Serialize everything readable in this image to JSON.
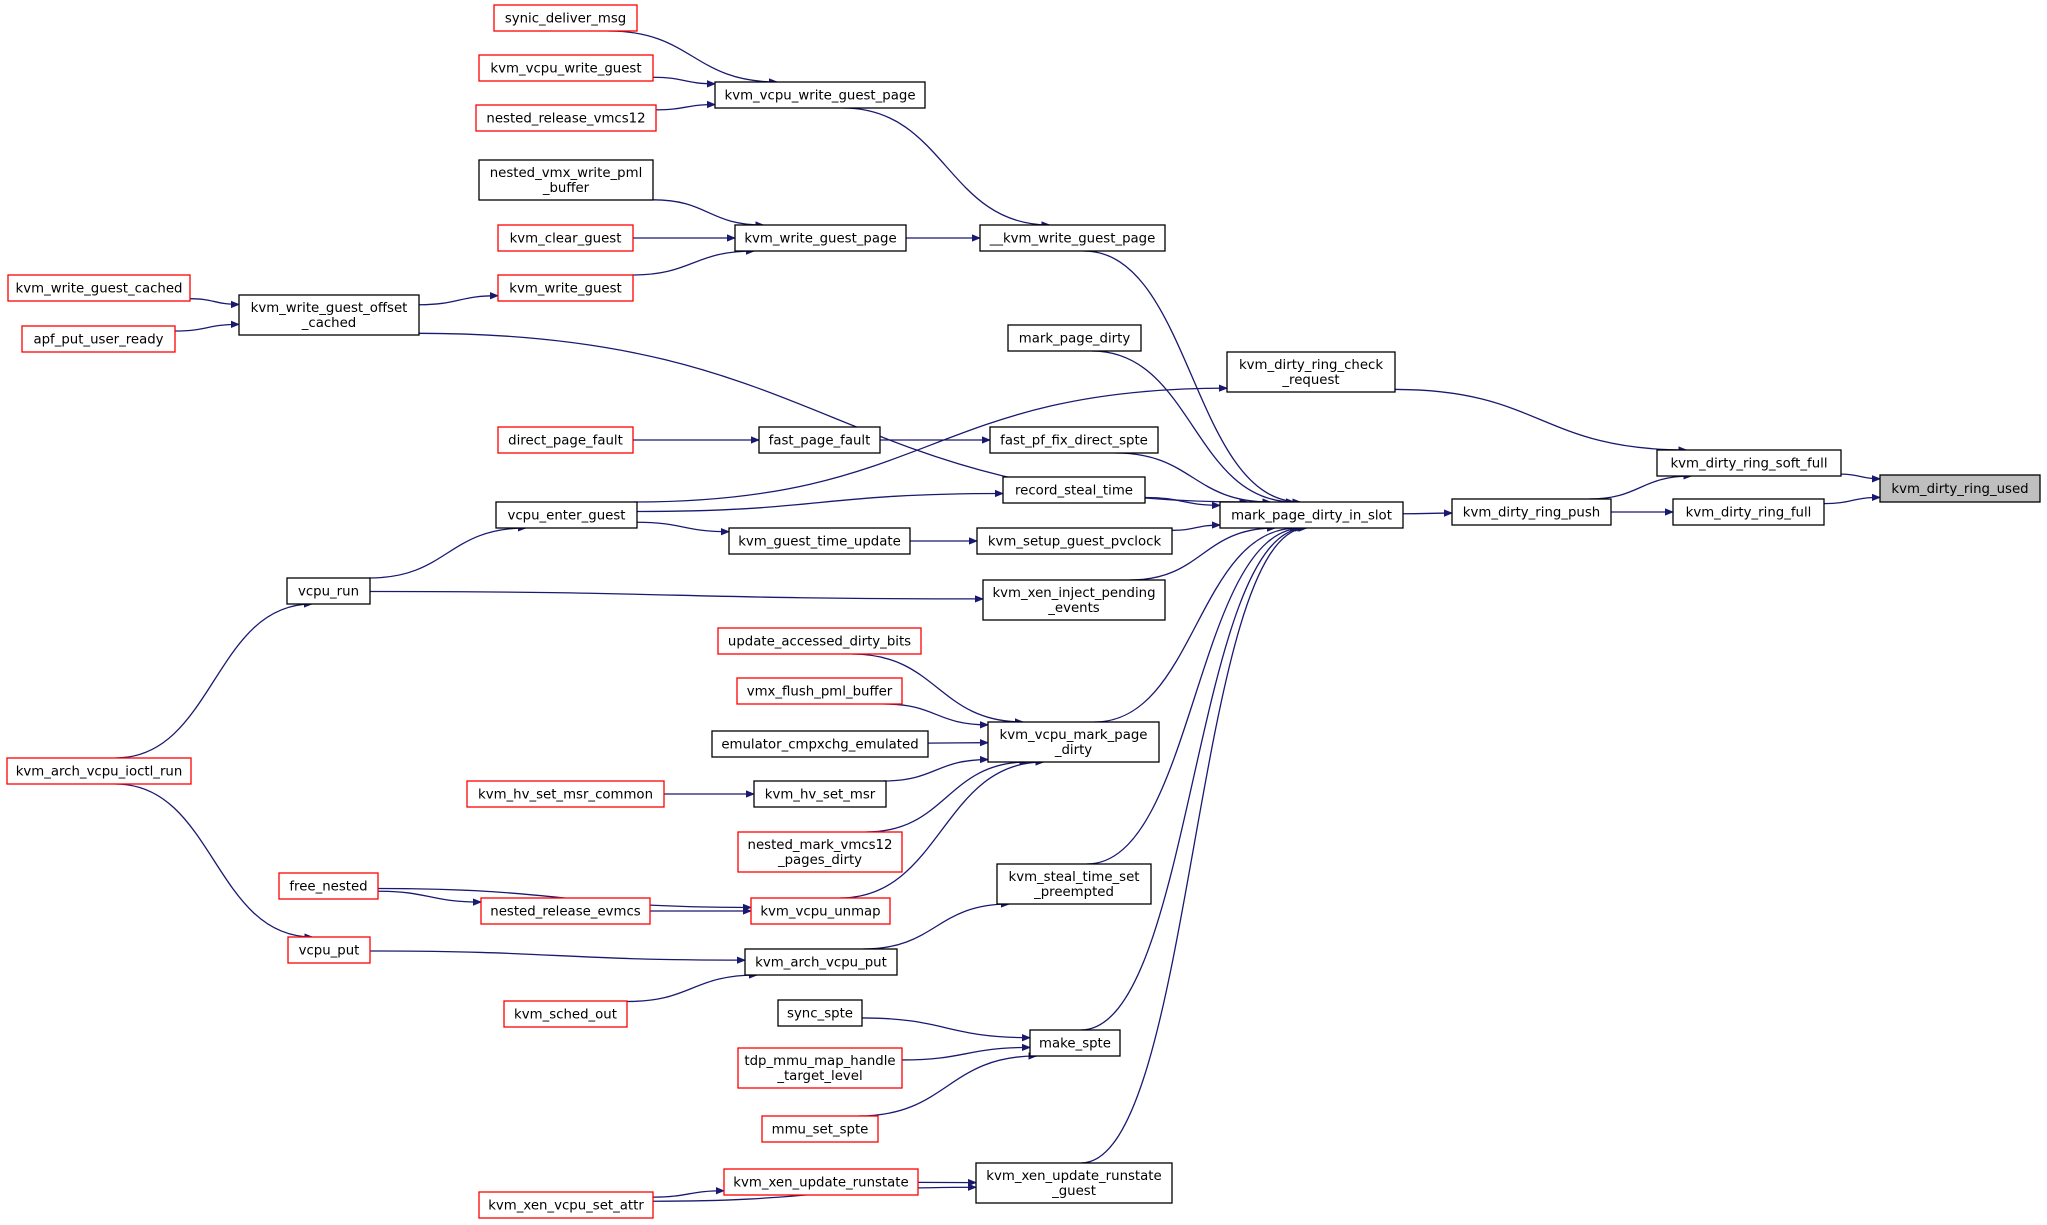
{
  "nodes": [
    {
      "id": "n_used",
      "lines": [
        "kvm_dirty_ring_used"
      ],
      "style": "root"
    },
    {
      "id": "n_soft_full",
      "lines": [
        "kvm_dirty_ring_soft_full"
      ],
      "style": "black"
    },
    {
      "id": "n_full",
      "lines": [
        "kvm_dirty_ring_full"
      ],
      "style": "black"
    },
    {
      "id": "n_push",
      "lines": [
        "kvm_dirty_ring_push"
      ],
      "style": "black"
    },
    {
      "id": "n_check_req",
      "lines": [
        "kvm_dirty_ring_check",
        "_request"
      ],
      "style": "black"
    },
    {
      "id": "n_mpdis",
      "lines": [
        "mark_page_dirty_in_slot"
      ],
      "style": "black"
    },
    {
      "id": "n_kwgp_u",
      "lines": [
        "__kvm_write_guest_page"
      ],
      "style": "black"
    },
    {
      "id": "n_mpd",
      "lines": [
        "mark_page_dirty"
      ],
      "style": "black"
    },
    {
      "id": "n_fpfds",
      "lines": [
        "fast_pf_fix_direct_spte"
      ],
      "style": "black"
    },
    {
      "id": "n_rst",
      "lines": [
        "record_steal_time"
      ],
      "style": "black"
    },
    {
      "id": "n_ksgp",
      "lines": [
        "kvm_setup_guest_pvclock"
      ],
      "style": "black"
    },
    {
      "id": "n_kxipe",
      "lines": [
        "kvm_xen_inject_pending",
        "_events"
      ],
      "style": "black"
    },
    {
      "id": "n_kvmpd",
      "lines": [
        "kvm_vcpu_mark_page",
        "_dirty"
      ],
      "style": "black"
    },
    {
      "id": "n_kstsp",
      "lines": [
        "kvm_steal_time_set",
        "_preempted"
      ],
      "style": "black"
    },
    {
      "id": "n_mspte",
      "lines": [
        "make_spte"
      ],
      "style": "black"
    },
    {
      "id": "n_kxurg",
      "lines": [
        "kvm_xen_update_runstate",
        "_guest"
      ],
      "style": "black"
    },
    {
      "id": "n_kvwgp",
      "lines": [
        "kvm_vcpu_write_guest_page"
      ],
      "style": "black"
    },
    {
      "id": "n_kwgp",
      "lines": [
        "kvm_write_guest_page"
      ],
      "style": "black"
    },
    {
      "id": "n_fpf",
      "lines": [
        "fast_page_fault"
      ],
      "style": "black"
    },
    {
      "id": "n_kgtu",
      "lines": [
        "kvm_guest_time_update"
      ],
      "style": "black"
    },
    {
      "id": "n_vcpu_enter",
      "lines": [
        "vcpu_enter_guest"
      ],
      "style": "black"
    },
    {
      "id": "n_kwgoc",
      "lines": [
        "kvm_write_guest_offset",
        "_cached"
      ],
      "style": "black"
    },
    {
      "id": "n_vcpu_run",
      "lines": [
        "vcpu_run"
      ],
      "style": "black"
    },
    {
      "id": "n_kavp",
      "lines": [
        "kvm_arch_vcpu_put"
      ],
      "style": "black"
    },
    {
      "id": "n_synic",
      "lines": [
        "synic_deliver_msg"
      ],
      "style": "red"
    },
    {
      "id": "n_kvwg",
      "lines": [
        "kvm_vcpu_write_guest"
      ],
      "style": "red"
    },
    {
      "id": "n_nrv12",
      "lines": [
        "nested_release_vmcs12"
      ],
      "style": "red"
    },
    {
      "id": "n_nvwpb",
      "lines": [
        "nested_vmx_write_pml",
        "_buffer"
      ],
      "style": "black"
    },
    {
      "id": "n_kcg",
      "lines": [
        "kvm_clear_guest"
      ],
      "style": "red"
    },
    {
      "id": "n_kwg",
      "lines": [
        "kvm_write_guest"
      ],
      "style": "red"
    },
    {
      "id": "n_kwgc",
      "lines": [
        "kvm_write_guest_cached"
      ],
      "style": "red"
    },
    {
      "id": "n_apf",
      "lines": [
        "apf_put_user_ready"
      ],
      "style": "red"
    },
    {
      "id": "n_dpf",
      "lines": [
        "direct_page_fault"
      ],
      "style": "red"
    },
    {
      "id": "n_uadb",
      "lines": [
        "update_accessed_dirty_bits"
      ],
      "style": "red"
    },
    {
      "id": "n_vfpb",
      "lines": [
        "vmx_flush_pml_buffer"
      ],
      "style": "red"
    },
    {
      "id": "n_ece",
      "lines": [
        "emulator_cmpxchg_emulated"
      ],
      "style": "black"
    },
    {
      "id": "n_khsm",
      "lines": [
        "kvm_hv_set_msr"
      ],
      "style": "black"
    },
    {
      "id": "n_khsmc",
      "lines": [
        "kvm_hv_set_msr_common"
      ],
      "style": "red"
    },
    {
      "id": "n_nmvpd",
      "lines": [
        "nested_mark_vmcs12",
        "_pages_dirty"
      ],
      "style": "red"
    },
    {
      "id": "n_kvu",
      "lines": [
        "kvm_vcpu_unmap"
      ],
      "style": "red"
    },
    {
      "id": "n_free_nested",
      "lines": [
        "free_nested"
      ],
      "style": "red"
    },
    {
      "id": "n_nre",
      "lines": [
        "nested_release_evmcs"
      ],
      "style": "red"
    },
    {
      "id": "n_vcpu_put",
      "lines": [
        "vcpu_put"
      ],
      "style": "red"
    },
    {
      "id": "n_kso",
      "lines": [
        "kvm_sched_out"
      ],
      "style": "red"
    },
    {
      "id": "n_kavir",
      "lines": [
        "kvm_arch_vcpu_ioctl_run"
      ],
      "style": "red"
    },
    {
      "id": "n_sync_spte",
      "lines": [
        "sync_spte"
      ],
      "style": "black"
    },
    {
      "id": "n_tdp",
      "lines": [
        "tdp_mmu_map_handle",
        "_target_level"
      ],
      "style": "red"
    },
    {
      "id": "n_mmu_set",
      "lines": [
        "mmu_set_spte"
      ],
      "style": "red"
    },
    {
      "id": "n_kxur",
      "lines": [
        "kvm_xen_update_runstate"
      ],
      "style": "red"
    },
    {
      "id": "n_kxvsa",
      "lines": [
        "kvm_xen_vcpu_set_attr"
      ],
      "style": "red"
    }
  ],
  "edges": [
    [
      "n_soft_full",
      "n_used"
    ],
    [
      "n_full",
      "n_used"
    ],
    [
      "n_push",
      "n_soft_full"
    ],
    [
      "n_push",
      "n_full"
    ],
    [
      "n_check_req",
      "n_soft_full"
    ],
    [
      "n_mpdis",
      "n_push"
    ],
    [
      "n_vcpu_enter",
      "n_check_req"
    ],
    [
      "n_kwgp_u",
      "n_mpdis"
    ],
    [
      "n_kwgoc",
      "n_mpdis"
    ],
    [
      "n_mpd",
      "n_mpdis"
    ],
    [
      "n_fpfds",
      "n_mpdis"
    ],
    [
      "n_rst",
      "n_mpdis"
    ],
    [
      "n_ksgp",
      "n_mpdis"
    ],
    [
      "n_kxipe",
      "n_mpdis"
    ],
    [
      "n_kvmpd",
      "n_mpdis"
    ],
    [
      "n_kstsp",
      "n_mpdis"
    ],
    [
      "n_mspte",
      "n_mpdis"
    ],
    [
      "n_kxurg",
      "n_mpdis"
    ],
    [
      "n_kvwgp",
      "n_kwgp_u"
    ],
    [
      "n_kwgp",
      "n_kwgp_u"
    ],
    [
      "n_synic",
      "n_kvwgp"
    ],
    [
      "n_kvwg",
      "n_kvwgp"
    ],
    [
      "n_nrv12",
      "n_kvwgp"
    ],
    [
      "n_nvwpb",
      "n_kwgp"
    ],
    [
      "n_kcg",
      "n_kwgp"
    ],
    [
      "n_kwg",
      "n_kwgp"
    ],
    [
      "n_kwgoc",
      "n_kwg"
    ],
    [
      "n_kwgc",
      "n_kwgoc"
    ],
    [
      "n_apf",
      "n_kwgoc"
    ],
    [
      "n_fpf",
      "n_fpfds"
    ],
    [
      "n_dpf",
      "n_fpf"
    ],
    [
      "n_vcpu_enter",
      "n_rst"
    ],
    [
      "n_kgtu",
      "n_ksgp"
    ],
    [
      "n_vcpu_enter",
      "n_kgtu"
    ],
    [
      "n_vcpu_run",
      "n_vcpu_enter"
    ],
    [
      "n_vcpu_run",
      "n_kxipe"
    ],
    [
      "n_kavir",
      "n_vcpu_run"
    ],
    [
      "n_kavir",
      "n_vcpu_put"
    ],
    [
      "n_uadb",
      "n_kvmpd"
    ],
    [
      "n_vfpb",
      "n_kvmpd"
    ],
    [
      "n_ece",
      "n_kvmpd"
    ],
    [
      "n_khsm",
      "n_kvmpd"
    ],
    [
      "n_nmvpd",
      "n_kvmpd"
    ],
    [
      "n_kvu",
      "n_kvmpd"
    ],
    [
      "n_khsmc",
      "n_khsm"
    ],
    [
      "n_free_nested",
      "n_kvu"
    ],
    [
      "n_nre",
      "n_kvu"
    ],
    [
      "n_free_nested",
      "n_nre"
    ],
    [
      "n_kavp",
      "n_kstsp"
    ],
    [
      "n_vcpu_put",
      "n_kavp"
    ],
    [
      "n_kso",
      "n_kavp"
    ],
    [
      "n_sync_spte",
      "n_mspte"
    ],
    [
      "n_tdp",
      "n_mspte"
    ],
    [
      "n_mmu_set",
      "n_mspte"
    ],
    [
      "n_kxur",
      "n_kxurg"
    ],
    [
      "n_kxvsa",
      "n_kxur"
    ],
    [
      "n_kxvsa",
      "n_kxurg"
    ]
  ]
}
